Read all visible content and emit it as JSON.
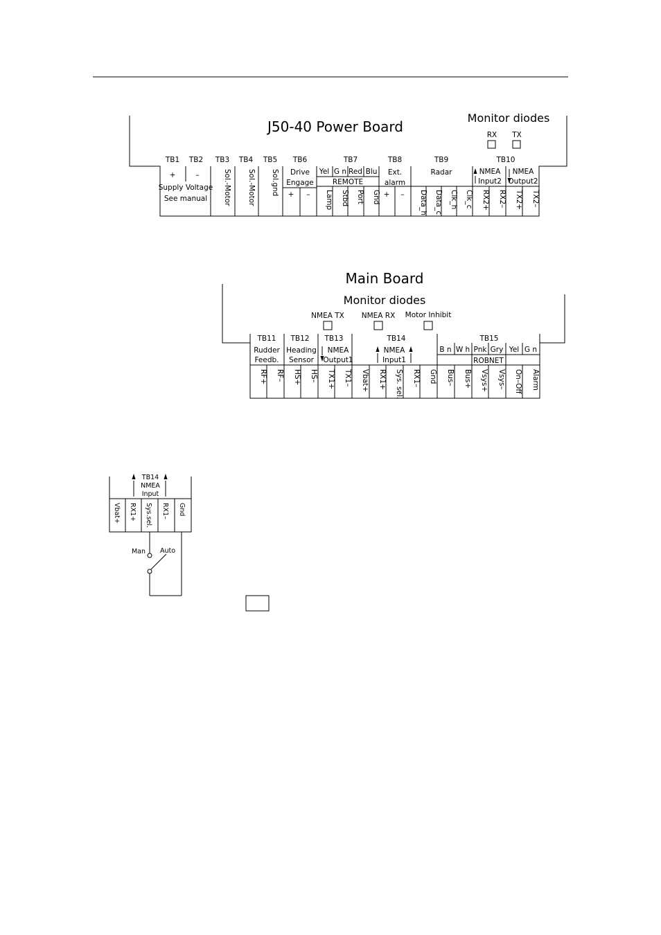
{
  "power_board": {
    "title": "J50-40 Power Board",
    "monitor_label": "Monitor diodes",
    "diodes": [
      "RX",
      "TX"
    ],
    "tb_labels": [
      "TB1",
      "TB2",
      "TB3",
      "TB4",
      "TB5",
      "TB6",
      "TB7",
      "TB8",
      "TB9",
      "TB10"
    ],
    "headers": {
      "drive_engage": [
        "Drive",
        "Engage"
      ],
      "tb7_colors": [
        "Yel",
        "G n",
        "Red",
        "Blu"
      ],
      "remote": "REMOTE",
      "ext_alarm": [
        "Ext.",
        "alarm"
      ],
      "radar": "Radar",
      "nmea_input2": [
        "NMEA",
        "Input2"
      ],
      "nmea_output2": [
        "NMEA",
        "Output2"
      ],
      "supply_voltage": [
        "Supply Voltage",
        "See manual"
      ]
    },
    "short_terminals": [
      "+",
      "–",
      "+",
      "–",
      "+",
      "–"
    ],
    "terminals": [
      "Sol.-Motor",
      "Sol.-Motor",
      "Sol.gnd",
      "Lamp",
      "Stbd",
      "Port",
      "Gnd",
      "Data_h",
      "Data_c",
      "Clk_h",
      "Clk_c",
      "RX2+",
      "RX2–",
      "TX2+",
      "TX2–"
    ]
  },
  "main_board": {
    "title": "Main Board",
    "monitor_label": "Monitor diodes",
    "diodes": [
      "NMEA TX",
      "NMEA RX",
      "Motor Inhibit"
    ],
    "tb_labels": [
      "TB11",
      "TB12",
      "TB13",
      "TB14",
      "TB15"
    ],
    "headers": {
      "rudder": [
        "Rudder",
        "Feedb."
      ],
      "heading": [
        "Heading",
        "Sensor"
      ],
      "nmea_output1": [
        "NMEA",
        "Output1"
      ],
      "nmea_input1": [
        "NMEA",
        "Input1"
      ],
      "tb15_colors": [
        "B n",
        "W h",
        "Pnk",
        "Gry",
        "Yel",
        "G n"
      ],
      "robnet": "ROBNET"
    },
    "terminals": [
      "RF+",
      "RF–",
      "HS+",
      "HS–",
      "TX1+",
      "TX1–",
      "Vbat+",
      "RX1+",
      "Sys. sel.",
      "RX1–",
      "Gnd",
      "Bus–",
      "Bus+",
      "Vsys+",
      "Vsys–",
      "On–Off",
      "Alarm"
    ]
  },
  "tb14_detail": {
    "header": [
      "TB14",
      "NMEA",
      "Input"
    ],
    "terminals": [
      "Vbat+",
      "RX1+",
      "Sys.sel.",
      "RX1–",
      "Gnd"
    ],
    "switch_labels": [
      "Man",
      "Auto"
    ]
  }
}
